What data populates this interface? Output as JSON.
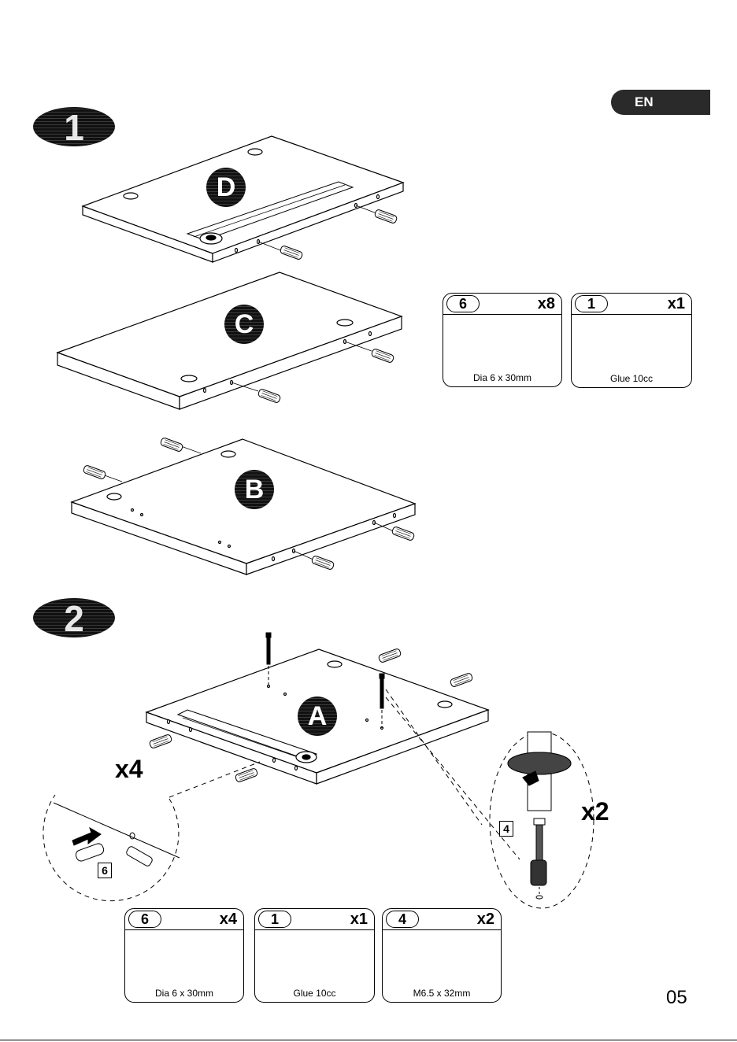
{
  "language": "EN",
  "page_number": "05",
  "steps": [
    {
      "number": "1",
      "panels": [
        "D",
        "C",
        "B"
      ],
      "parts": [
        {
          "num": "6",
          "qty": "x8",
          "desc": "Dia 6 x 30mm",
          "icon": "dowel-icon"
        },
        {
          "num": "1",
          "qty": "x1",
          "desc": "Glue 10cc",
          "icon": "glue-bottle-icon"
        }
      ]
    },
    {
      "number": "2",
      "panels": [
        "A"
      ],
      "detail_left": {
        "multiplier": "x4",
        "callout": "6"
      },
      "detail_right": {
        "multiplier": "x2",
        "callout": "4"
      },
      "parts": [
        {
          "num": "6",
          "qty": "x4",
          "desc": "Dia 6 x 30mm",
          "icon": "dowel-icon"
        },
        {
          "num": "1",
          "qty": "x1",
          "desc": "Glue 10cc",
          "icon": "glue-bottle-icon"
        },
        {
          "num": "4",
          "qty": "x2",
          "desc": "M6.5 x 32mm",
          "icon": "cam-bolt-icon"
        }
      ]
    }
  ]
}
